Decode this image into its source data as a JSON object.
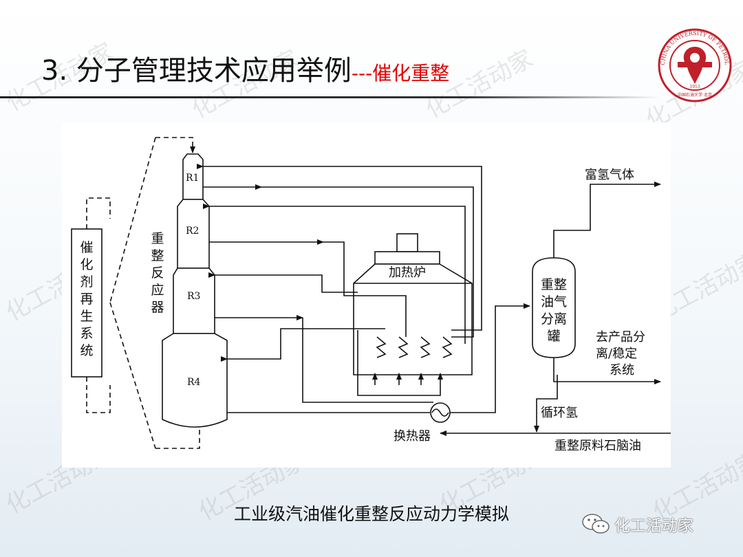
{
  "title": {
    "main": "3. 分子管理技术应用举例",
    "sub": "---催化重整"
  },
  "logo": {
    "ring_text": "CHINA UNIVERSITY OF PETROLEUM",
    "year": "1953",
    "motto": "中国石油大学·北京"
  },
  "diagram": {
    "regen": "催化剂再生系统",
    "reactor": "重整反应器",
    "r1": "R1",
    "r2": "R2",
    "r3": "R3",
    "r4": "R4",
    "furnace": "加热炉",
    "separator": "重整油气分离罐",
    "h2_out": "富氢气体",
    "product_line1": "去产品分",
    "product_line2": "离/稳定",
    "product_line3": "系统",
    "recycle_h2": "循环氢",
    "exchanger": "换热器",
    "feed": "重整原料石脑油"
  },
  "caption": "工业级汽油催化重整反应动力学模拟",
  "brand": "化工活动家",
  "watermark": "化工活动家",
  "colors": {
    "title_sub": "#e00000",
    "logo": "#c0202a"
  }
}
